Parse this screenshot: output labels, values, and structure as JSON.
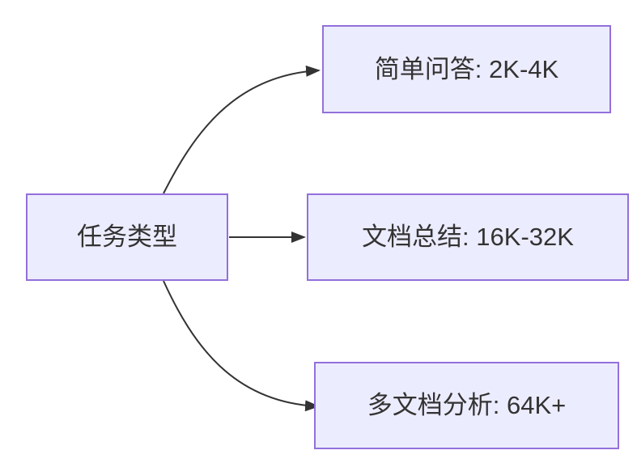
{
  "diagram": {
    "type": "flowchart",
    "direction": "left-to-right",
    "nodes": [
      {
        "id": "task-type",
        "label": "任务类型"
      },
      {
        "id": "simple-qa",
        "label": "简单问答: 2K-4K"
      },
      {
        "id": "doc-summary",
        "label": "文档总结: 16K-32K"
      },
      {
        "id": "multi-doc-analysis",
        "label": "多文档分析: 64K+"
      }
    ],
    "edges": [
      {
        "from": "task-type",
        "to": "simple-qa"
      },
      {
        "from": "task-type",
        "to": "doc-summary"
      },
      {
        "from": "task-type",
        "to": "multi-doc-analysis"
      }
    ],
    "colors": {
      "node_fill": "#ECECFF",
      "node_border": "#9370DB",
      "edge_stroke": "#333333",
      "text": "#333333",
      "background": "#FFFFFF"
    }
  }
}
